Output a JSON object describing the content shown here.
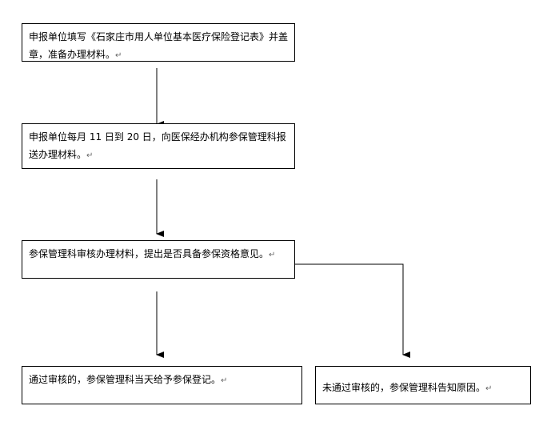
{
  "flow": {
    "step1": "申报单位填写《石家庄市用人单位基本医疗保险登记表》并盖章，准备办理材料。",
    "step2": "申报单位每月 11 日到 20 日，向医保经办机构参保管理科报送办理材料。",
    "step3": "参保管理科审核办理材料，提出是否具备参保资格意见。",
    "approved": "通过审核的，参保管理科当天给予参保登记。",
    "rejected": "未通过审核的，参保管理科告知原因。",
    "paragraph_mark": "↵"
  }
}
